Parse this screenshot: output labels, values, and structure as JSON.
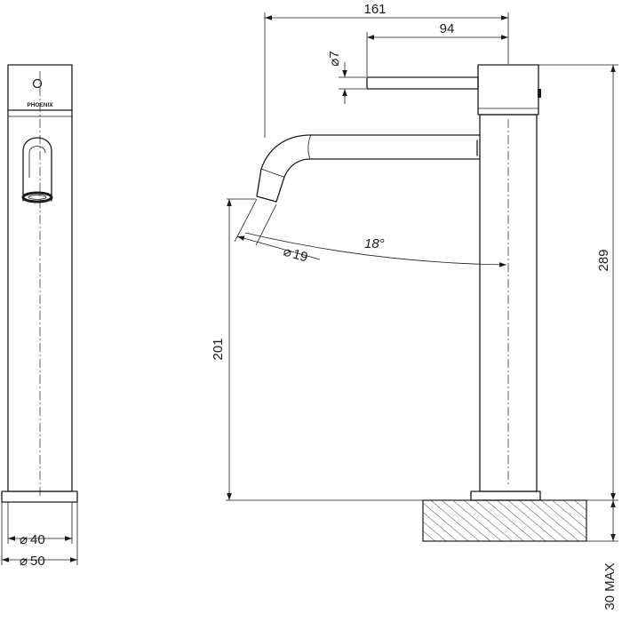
{
  "drawing": {
    "brand": "PHOENIX",
    "dimensions": {
      "overall_reach": "161",
      "handle_reach": "94",
      "handle_diameter": "7",
      "outlet_diameter": "19",
      "outlet_angle": "18°",
      "outlet_height": "201",
      "overall_height": "289",
      "body_diameter": "40",
      "base_diameter": "50",
      "max_bench_thickness": "30 MAX"
    },
    "symbols": {
      "diameter": "⌀"
    }
  }
}
